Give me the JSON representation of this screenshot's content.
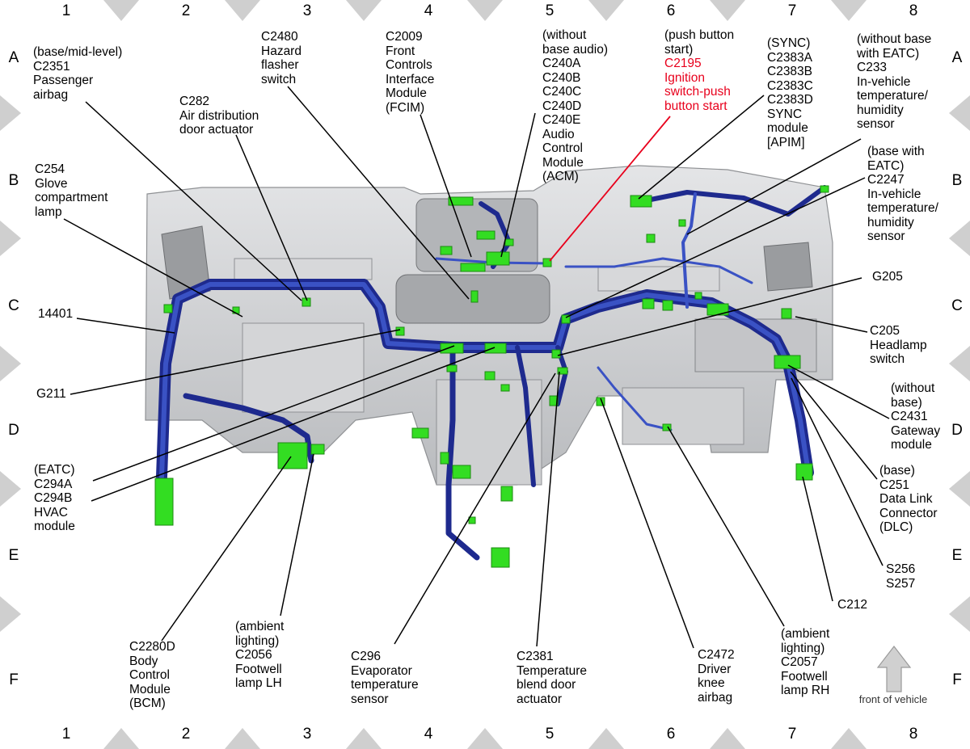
{
  "grid": {
    "columns": [
      "1",
      "2",
      "3",
      "4",
      "5",
      "6",
      "7",
      "8"
    ],
    "rows": [
      "A",
      "B",
      "C",
      "D",
      "E",
      "F"
    ]
  },
  "front_label": "front of vehicle",
  "callouts": [
    {
      "id": "c2351",
      "lines": [
        "(base/mid-level)",
        "C2351",
        "Passenger",
        "airbag"
      ]
    },
    {
      "id": "c282",
      "lines": [
        "C282",
        "Air distribution",
        "door actuator"
      ]
    },
    {
      "id": "c2480",
      "lines": [
        "C2480",
        "Hazard",
        "flasher",
        "switch"
      ]
    },
    {
      "id": "c2009",
      "lines": [
        "C2009",
        "Front",
        "Controls",
        "Interface",
        "Module",
        "(FCIM)"
      ]
    },
    {
      "id": "c240",
      "lines": [
        "(without",
        "base audio)",
        "C240A",
        "C240B",
        "C240C",
        "C240D",
        "C240E",
        "Audio",
        "Control",
        "Module",
        "(ACM)"
      ]
    },
    {
      "id": "c2195",
      "lines": [
        "(push button",
        "start)"
      ],
      "red_lines": [
        "C2195",
        "Ignition",
        "switch-push",
        "button start"
      ]
    },
    {
      "id": "c2383",
      "lines": [
        "(SYNC)",
        "C2383A",
        "C2383B",
        "C2383C",
        "C2383D",
        "SYNC",
        "module",
        "[APIM]"
      ]
    },
    {
      "id": "c233",
      "lines": [
        "(without base",
        "with EATC)",
        "C233",
        "In-vehicle",
        "temperature/",
        "humidity",
        "sensor"
      ]
    },
    {
      "id": "c254",
      "lines": [
        "C254",
        "Glove",
        "compartment",
        "lamp"
      ]
    },
    {
      "id": "c2247",
      "lines": [
        "(base with",
        "EATC)",
        "C2247",
        "In-vehicle",
        "temperature/",
        "humidity",
        "sensor"
      ]
    },
    {
      "id": "g205",
      "lines": [
        "G205"
      ]
    },
    {
      "id": "n14401",
      "lines": [
        "14401"
      ]
    },
    {
      "id": "c205",
      "lines": [
        "C205",
        "Headlamp",
        "switch"
      ]
    },
    {
      "id": "g211",
      "lines": [
        "G211"
      ]
    },
    {
      "id": "c2431",
      "lines": [
        "(without",
        "base)",
        "C2431",
        "Gateway",
        "module"
      ]
    },
    {
      "id": "c294",
      "lines": [
        "(EATC)",
        "C294A",
        "C294B",
        "HVAC",
        "module"
      ]
    },
    {
      "id": "c251",
      "lines": [
        "(base)",
        "C251",
        "Data Link",
        "Connector",
        "(DLC)"
      ]
    },
    {
      "id": "s256",
      "lines": [
        "S256",
        "S257"
      ]
    },
    {
      "id": "c212",
      "lines": [
        "C212"
      ]
    },
    {
      "id": "c2280d",
      "lines": [
        "C2280D",
        "Body",
        "Control",
        "Module",
        "(BCM)"
      ]
    },
    {
      "id": "c2056",
      "lines": [
        "(ambient",
        "lighting)",
        "C2056",
        "Footwell",
        "lamp LH"
      ]
    },
    {
      "id": "c296",
      "lines": [
        "C296",
        "Evaporator",
        "temperature",
        "sensor"
      ]
    },
    {
      "id": "c2381",
      "lines": [
        "C2381",
        "Temperature",
        "blend door",
        "actuator"
      ]
    },
    {
      "id": "c2472",
      "lines": [
        "C2472",
        "Driver",
        "knee",
        "airbag"
      ]
    },
    {
      "id": "c2057",
      "lines": [
        "(ambient",
        "lighting)",
        "C2057",
        "Footwell",
        "lamp RH"
      ]
    }
  ],
  "colors": {
    "harness": "#2430a0",
    "harness_light": "#4a66d8",
    "connector": "#33dd22",
    "red_callout": "#e8001c",
    "dash": "#c9cacc"
  }
}
